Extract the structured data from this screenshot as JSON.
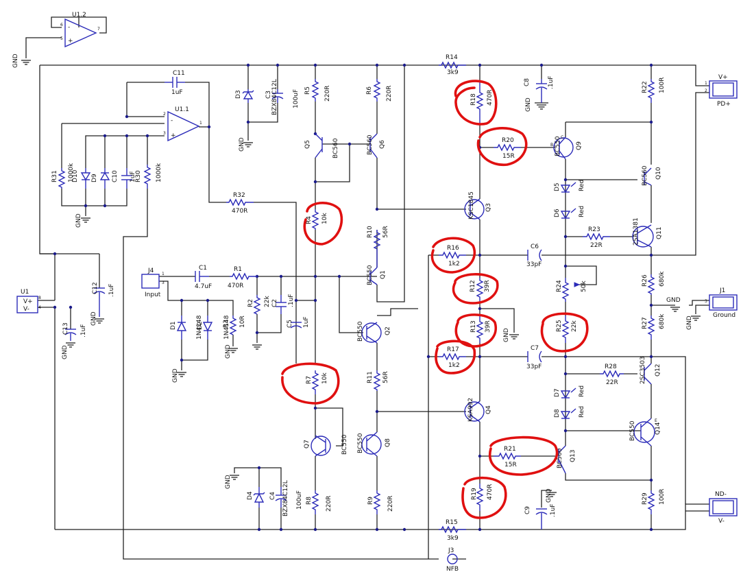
{
  "components": {
    "U1_2": {
      "ref": "U1.2",
      "pin_plus": "+",
      "pin_minus": "-",
      "p5": "5",
      "p6": "6",
      "p7": "7"
    },
    "U1_1": {
      "ref": "U1.1",
      "pin_plus": "+",
      "pin_minus": "-",
      "p1": "1",
      "p2": "2",
      "p3": "3"
    },
    "U1": {
      "ref": "U1",
      "vp": "V+",
      "vm": "V-",
      "p8": "8",
      "p4": "4"
    },
    "C11": {
      "ref": "C11",
      "val": "1uF"
    },
    "R31": {
      "ref": "R31",
      "val": "1000k"
    },
    "D10": {
      "ref": "D10"
    },
    "D9": {
      "ref": "D9"
    },
    "C10": {
      "ref": "C10",
      "val": "1uF"
    },
    "R30": {
      "ref": "R30",
      "val": "1000k"
    },
    "R32": {
      "ref": "R32",
      "val": "470R"
    },
    "D3": {
      "ref": "D3",
      "val": "BZX84C12L"
    },
    "C3": {
      "ref": "C3",
      "val": "100uF"
    },
    "R5": {
      "ref": "R5",
      "val": "220R"
    },
    "R6": {
      "ref": "R6",
      "val": "220R"
    },
    "Q5": {
      "ref": "Q5",
      "val": "BC560"
    },
    "Q6": {
      "ref": "Q6",
      "val": "BC560"
    },
    "R4": {
      "ref": "R4",
      "val": "10k"
    },
    "R10": {
      "ref": "R10",
      "val": "56R"
    },
    "J4": {
      "ref": "J4",
      "val": "Input",
      "p1": "1",
      "p3": "3"
    },
    "C1": {
      "ref": "C1",
      "val": "4.7uF"
    },
    "R1": {
      "ref": "R1",
      "val": "470R"
    },
    "R2": {
      "ref": "R2",
      "val": "22k"
    },
    "C2": {
      "ref": "C2",
      "val": ".1uF"
    },
    "Q1": {
      "ref": "Q1",
      "val": "BC550"
    },
    "D1": {
      "ref": "D1",
      "val": "1N4148"
    },
    "D2": {
      "ref": "D2",
      "val": "1N4148"
    },
    "R3": {
      "ref": "R3",
      "val": "10R"
    },
    "C5": {
      "ref": "C5",
      "val": "1uF"
    },
    "Q2": {
      "ref": "Q2",
      "val": "BC550"
    },
    "R7": {
      "ref": "R7",
      "val": "10k"
    },
    "R11": {
      "ref": "R11",
      "val": "56R"
    },
    "Q7": {
      "ref": "Q7",
      "val": "BC550"
    },
    "Q8": {
      "ref": "Q8",
      "val": "BC550"
    },
    "D4": {
      "ref": "D4",
      "val": "BZX84C12L"
    },
    "C4": {
      "ref": "C4",
      "val": "100uF"
    },
    "R8": {
      "ref": "R8",
      "val": "220R"
    },
    "R9": {
      "ref": "R9",
      "val": "220R"
    },
    "C12": {
      "ref": "C12",
      "val": ".1uF"
    },
    "C13": {
      "ref": "C13",
      "val": ".1uF"
    },
    "R14": {
      "ref": "R14",
      "val": "3k9"
    },
    "R15": {
      "ref": "R15",
      "val": "3k9"
    },
    "J3": {
      "ref": "J3",
      "val": "NFB"
    },
    "R18": {
      "ref": "R18",
      "val": "470R"
    },
    "R20": {
      "ref": "R20",
      "val": "15R"
    },
    "Q3": {
      "ref": "Q3",
      "val": "KSC1845"
    },
    "R16": {
      "ref": "R16",
      "val": "1k2"
    },
    "R12": {
      "ref": "R12",
      "val": "39R"
    },
    "R13": {
      "ref": "R13",
      "val": "39R"
    },
    "R17": {
      "ref": "R17",
      "val": "1k2"
    },
    "Q4": {
      "ref": "Q4",
      "val": "KSA992"
    },
    "R21": {
      "ref": "R21",
      "val": "15R"
    },
    "R19": {
      "ref": "R19",
      "val": "470R"
    },
    "C8": {
      "ref": "C8",
      "val": ".1uF"
    },
    "C6": {
      "ref": "C6",
      "val": "33pF"
    },
    "C7": {
      "ref": "C7",
      "val": "33pF"
    },
    "C9": {
      "ref": "C9",
      "val": ".1uF"
    },
    "Q9": {
      "ref": "Q9",
      "val": "BC550"
    },
    "Q10": {
      "ref": "Q10",
      "val": "BC560"
    },
    "D5": {
      "ref": "D5",
      "val": "Red"
    },
    "D6": {
      "ref": "D6",
      "val": "Red"
    },
    "R23": {
      "ref": "R23",
      "val": "22R"
    },
    "Q11": {
      "ref": "Q11",
      "val": "2SA1381"
    },
    "R24": {
      "ref": "R24",
      "val": "50k"
    },
    "R25": {
      "ref": "R25",
      "val": "22k"
    },
    "R28": {
      "ref": "R28",
      "val": "22R"
    },
    "Q12": {
      "ref": "Q12",
      "val": "2SC3503"
    },
    "D7": {
      "ref": "D7",
      "val": "Red"
    },
    "D8": {
      "ref": "D8",
      "val": "Red"
    },
    "Q13": {
      "ref": "Q13",
      "val": "BC560"
    },
    "Q14": {
      "ref": "Q14",
      "val": "BC550"
    },
    "R22": {
      "ref": "R22",
      "val": "100R"
    },
    "R26": {
      "ref": "R26",
      "val": "680k"
    },
    "R27": {
      "ref": "R27",
      "val": "680k"
    },
    "R29": {
      "ref": "R29",
      "val": "100R"
    },
    "JP_PLUS": {
      "ref": "V+",
      "val": "PD+"
    },
    "JP_MINUS": {
      "ref": "ND-",
      "val": "V-"
    },
    "J1": {
      "ref": "J1",
      "val": "Ground"
    }
  },
  "gnd_label": "GND",
  "pin_numbers": {
    "one": "1",
    "two": "2",
    "three": "3"
  },
  "transistor_pins": {
    "b": "B",
    "c": "C",
    "e": "E"
  },
  "highlight_color": "#e01010",
  "wire_color": "#222222",
  "symbol_color": "#2b2bb8"
}
